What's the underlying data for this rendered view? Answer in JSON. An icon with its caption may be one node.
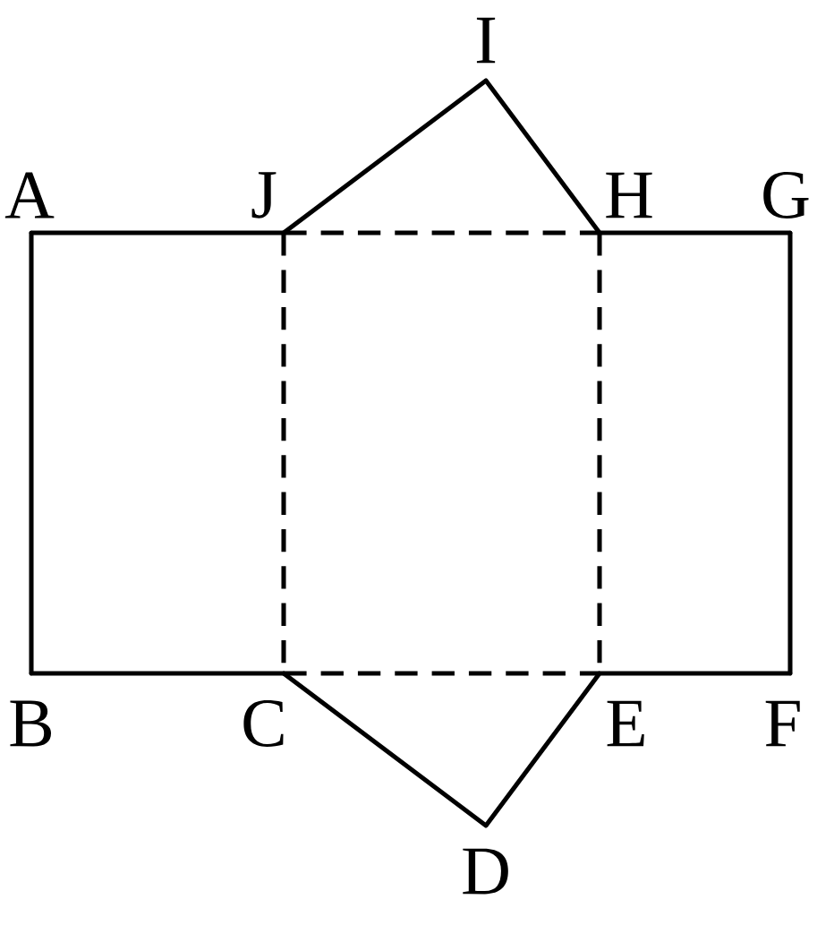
{
  "diagram": {
    "nodes": [
      {
        "text": [
          "I"
        ]
      },
      {
        "text": [
          "A"
        ]
      },
      {
        "text": [
          "J"
        ]
      },
      {
        "text": [
          "H"
        ]
      },
      {
        "text": [
          "G"
        ]
      },
      {
        "text": [
          "B"
        ]
      },
      {
        "text": [
          "C"
        ]
      },
      {
        "text": [
          "E"
        ]
      },
      {
        "text": [
          "F"
        ]
      },
      {
        "text": [
          "D"
        ]
      }
    ],
    "edges": [
      {
        "from": 1,
        "to": 2,
        "arrow": "none"
      },
      {
        "from": 2,
        "to": 0,
        "arrow": "none"
      },
      {
        "from": 0,
        "to": 3,
        "arrow": "none"
      },
      {
        "from": 3,
        "to": 4,
        "arrow": "none"
      },
      {
        "from": 4,
        "to": 8,
        "arrow": "none"
      },
      {
        "from": 8,
        "to": 7,
        "arrow": "none"
      },
      {
        "from": 7,
        "to": 9,
        "arrow": "none"
      },
      {
        "from": 9,
        "to": 6,
        "arrow": "none"
      },
      {
        "from": 6,
        "to": 5,
        "arrow": "none"
      },
      {
        "from": 5,
        "to": 1,
        "arrow": "none"
      },
      {
        "from": 2,
        "to": 3,
        "arrow": "none",
        "style": "dashed"
      },
      {
        "from": 2,
        "to": 6,
        "arrow": "none",
        "style": "dashed"
      },
      {
        "from": 3,
        "to": 7,
        "arrow": "none",
        "style": "dashed"
      },
      {
        "from": 6,
        "to": 7,
        "arrow": "none",
        "style": "dashed"
      }
    ]
  }
}
